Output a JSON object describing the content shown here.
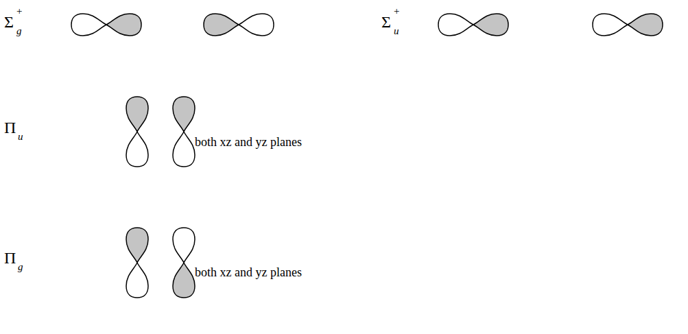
{
  "diagram": {
    "labels": [
      "Σ",
      "g",
      "+",
      "Σ",
      "u",
      "+",
      "Π",
      "u",
      "both xz and yz planes",
      "Π",
      "g",
      "both xz and yz planes"
    ]
  }
}
